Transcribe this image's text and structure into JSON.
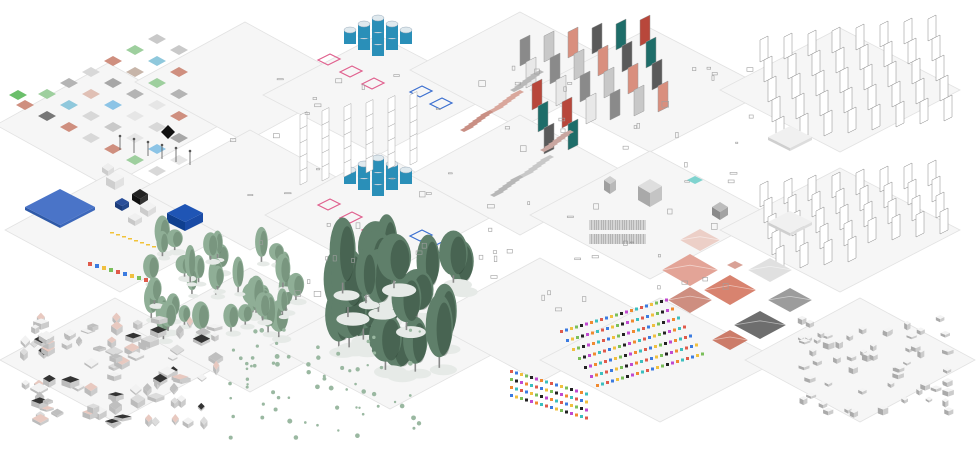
{
  "scene": {
    "background": "#ffffff",
    "tile_fill": "#f6f6f6",
    "tile_stroke": "#e2e2e2",
    "object_gray": "#bdbdbd",
    "object_dark": "#6e6e6e",
    "tree_green": "#8fae96",
    "tree_dark": "#4f6a57",
    "salmon": "#d98f7e",
    "blue_cylinder": "#2a8fb8",
    "cyan": "#7fd3cf",
    "bus_blue": "#1f55b5",
    "pink_line": "#e0608e",
    "teal_panel": "#1e6d69",
    "red_panel": "#b8473b",
    "groups": [
      {
        "name": "material-swatch-tiles",
        "kind": "swatches"
      },
      {
        "name": "road-and-vehicle-tiles",
        "kind": "vehicles"
      },
      {
        "name": "tree-and-plant-tiles",
        "kind": "trees"
      },
      {
        "name": "furniture-tiles",
        "kind": "furniture"
      },
      {
        "name": "water-tank-tiles",
        "kind": "tanks"
      },
      {
        "name": "wall-panel-tiles",
        "kind": "panels"
      },
      {
        "name": "stair-tiles",
        "kind": "stairs"
      },
      {
        "name": "roof-tiles",
        "kind": "roofs"
      },
      {
        "name": "fence-and-railing-tiles",
        "kind": "fences"
      },
      {
        "name": "small-object-tiles",
        "kind": "small"
      }
    ]
  }
}
